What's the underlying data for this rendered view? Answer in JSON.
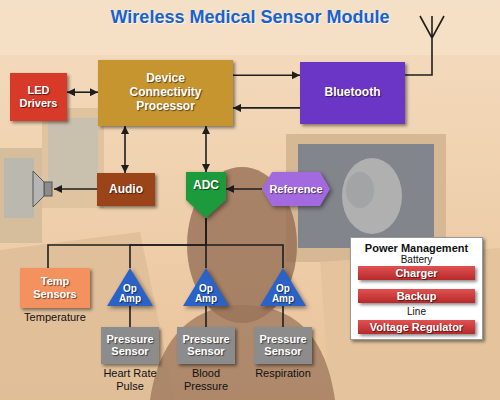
{
  "diagram": {
    "title": "Wireless Medical Sensor Module",
    "nodes": [
      {
        "text": [
          "LED Drivers"
        ]
      },
      {
        "text": [
          "Device Connectivity Processor"
        ]
      },
      {
        "text": [
          "Bluetooth"
        ]
      },
      {
        "text": [
          "Audio"
        ]
      },
      {
        "text": [
          "ADC"
        ]
      },
      {
        "text": [
          "Reference"
        ]
      },
      {
        "text": [
          "Temp Sensors",
          "Temperature"
        ]
      },
      {
        "text": [
          "Op Amp"
        ]
      },
      {
        "text": [
          "Op Amp"
        ]
      },
      {
        "text": [
          "Op Amp"
        ]
      },
      {
        "text": [
          "Pressure Sensor",
          "Heart Rate Pulse"
        ]
      },
      {
        "text": [
          "Pressure Sensor",
          "Blood Pressure"
        ]
      },
      {
        "text": [
          "Pressure Sensor",
          "Respiration"
        ]
      },
      {
        "text": [
          "Power Management",
          "Battery",
          "Line"
        ]
      },
      {
        "text": [
          "Charger"
        ],
        "in": 13
      },
      {
        "text": [
          "Backup"
        ],
        "in": 13
      },
      {
        "text": [
          "Voltage Regulator"
        ],
        "in": 13
      }
    ],
    "edges": [
      {
        "from": 0,
        "to": 1,
        "arrow": "both"
      },
      {
        "from": 1,
        "to": 2,
        "arrow": "to"
      },
      {
        "from": 2,
        "to": 1,
        "arrow": "to"
      },
      {
        "from": 1,
        "to": 3,
        "arrow": "both"
      },
      {
        "from": 1,
        "to": 4,
        "arrow": "both"
      },
      {
        "from": 5,
        "to": 4,
        "arrow": "to"
      },
      {
        "from": 6,
        "to": 4,
        "arrow": "none"
      },
      {
        "from": 7,
        "to": 4,
        "arrow": "none"
      },
      {
        "from": 8,
        "to": 4,
        "arrow": "none"
      },
      {
        "from": 9,
        "to": 4,
        "arrow": "none"
      },
      {
        "from": 10,
        "to": 7,
        "arrow": "none"
      },
      {
        "from": 11,
        "to": 8,
        "arrow": "none"
      },
      {
        "from": 12,
        "to": 9,
        "arrow": "none"
      }
    ]
  }
}
